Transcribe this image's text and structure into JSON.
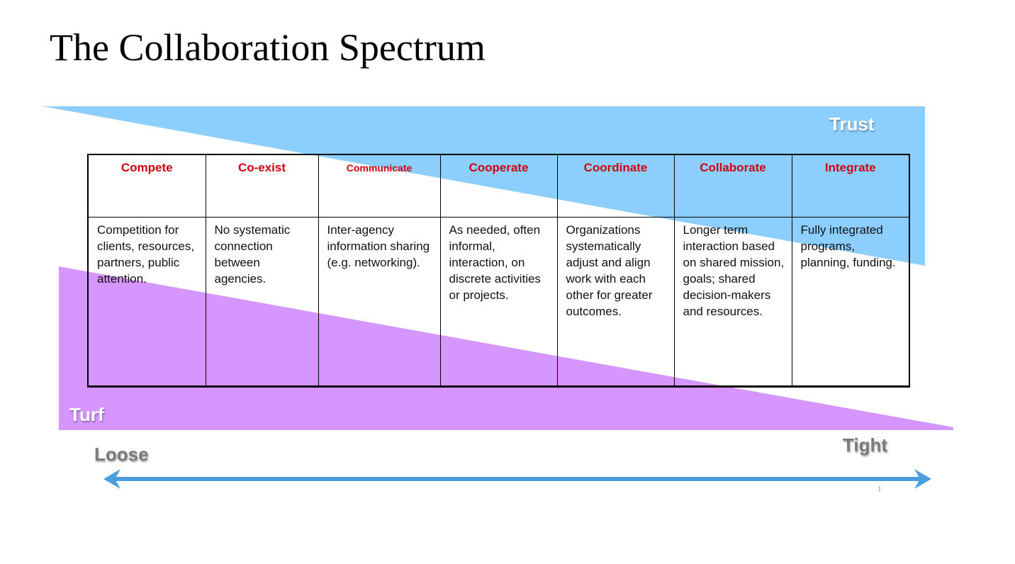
{
  "title": "The Collaboration Spectrum",
  "labels": {
    "trust": "Trust",
    "turf": "Turf",
    "loose": "Loose",
    "tight": "Tight"
  },
  "columns": [
    {
      "heading": "Compete",
      "description": "Competition for clients, resources, partners, public attention."
    },
    {
      "heading": "Co-exist",
      "description": "No systematic connection between agencies."
    },
    {
      "heading": "Communicate",
      "description": "Inter-agency information sharing (e.g. networking)."
    },
    {
      "heading": "Cooperate",
      "description": "As needed, often informal, interaction, on discrete activities or projects."
    },
    {
      "heading": "Coordinate",
      "description": "Organizations systematically adjust and align work with each other for greater outcomes."
    },
    {
      "heading": "Collaborate",
      "description": "Longer term interaction based on shared mission, goals; shared decision-makers and resources."
    },
    {
      "heading": "Integrate",
      "description": "Fully integrated programs, planning, funding."
    }
  ],
  "page_number": "1",
  "colors": {
    "trust": "#8ccfff",
    "turf": "#d597ff",
    "heading": "#d0000e",
    "arrow": "#4a9ede"
  }
}
